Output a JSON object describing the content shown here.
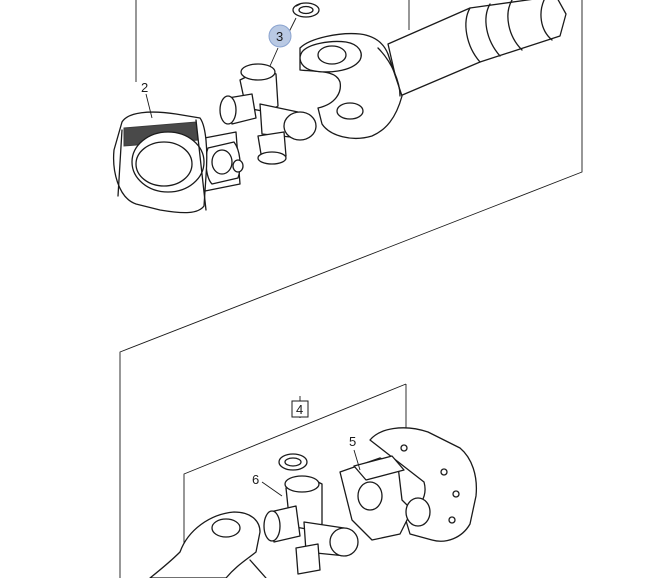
{
  "callouts": {
    "part_2": "2",
    "part_3": "3",
    "part_4": "4",
    "part_5": "5",
    "part_6": "6"
  },
  "colors": {
    "line": "#1a1a1a",
    "highlight_fill": "#b9c9e3",
    "highlight_stroke": "#8aa3cf",
    "background": "#ffffff"
  }
}
